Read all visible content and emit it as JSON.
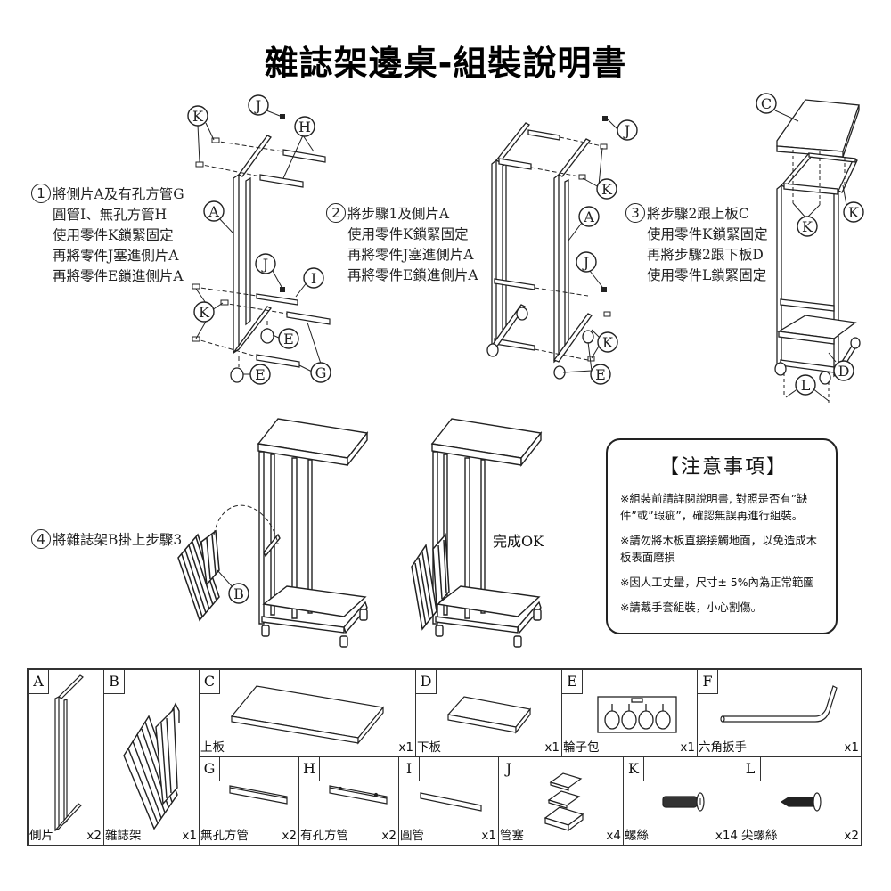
{
  "title": "雜誌架邊桌-組裝說明書",
  "steps": [
    {
      "number": "1",
      "lines": [
        "將側片A及有孔方管G",
        "圓管I、無孔方管H",
        "使用零件K鎖緊固定",
        "再將零件J塞進側片A",
        "再將零件E鎖進側片A"
      ]
    },
    {
      "number": "2",
      "lines": [
        "將步驟1及側片A",
        "使用零件K鎖緊固定",
        "再將零件J塞進側片A",
        "再將零件E鎖進側片A"
      ]
    },
    {
      "number": "3",
      "lines": [
        "將步驟2跟上板C",
        "使用零件K鎖緊固定",
        "再將步驟2跟下板D",
        "使用零件L鎖緊固定"
      ]
    },
    {
      "number": "4",
      "lines": [
        "將雜誌架B掛上步驟3"
      ]
    }
  ],
  "callouts": {
    "step1": [
      "K",
      "J",
      "H",
      "A",
      "J",
      "I",
      "K",
      "E",
      "E",
      "G"
    ],
    "step2": [
      "J",
      "K",
      "A",
      "J",
      "K",
      "E"
    ],
    "step3": [
      "C",
      "K",
      "K",
      "D",
      "L"
    ],
    "step4": [
      "B"
    ]
  },
  "done_label": "完成OK",
  "notice": {
    "title": "【注意事項】",
    "items": [
      "※組裝前請詳閱說明書, 對照是否有”缺件”或”瑕疵”，確認無誤再進行組裝。",
      "※請勿將木板直接接觸地面，以免造成木板表面磨損",
      "※因人工丈量，尺寸± 5%內為正常範圍",
      "※請戴手套組裝，小心割傷。"
    ]
  },
  "parts": [
    {
      "letter": "A",
      "name": "側片",
      "qty": "x2",
      "icon": "side-frame"
    },
    {
      "letter": "B",
      "name": "雜誌架",
      "qty": "x1",
      "icon": "magazine-rack"
    },
    {
      "letter": "C",
      "name": "上板",
      "qty": "x1",
      "icon": "top-board"
    },
    {
      "letter": "D",
      "name": "下板",
      "qty": "x1",
      "icon": "bottom-board"
    },
    {
      "letter": "E",
      "name": "輪子包",
      "qty": "x1",
      "icon": "caster-pack"
    },
    {
      "letter": "F",
      "name": "六角扳手",
      "qty": "x1",
      "icon": "hex-key"
    },
    {
      "letter": "G",
      "name": "無孔方管",
      "qty": "x2",
      "icon": "square-tube"
    },
    {
      "letter": "H",
      "name": "有孔方管",
      "qty": "x2",
      "icon": "square-tube-holes"
    },
    {
      "letter": "I",
      "name": "圓管",
      "qty": "x1",
      "icon": "round-tube"
    },
    {
      "letter": "J",
      "name": "管塞",
      "qty": "x4",
      "icon": "tube-plug"
    },
    {
      "letter": "K",
      "name": "螺絲",
      "qty": "x14",
      "icon": "screw"
    },
    {
      "letter": "L",
      "name": "尖螺絲",
      "qty": "x2",
      "icon": "pointed-screw"
    }
  ]
}
